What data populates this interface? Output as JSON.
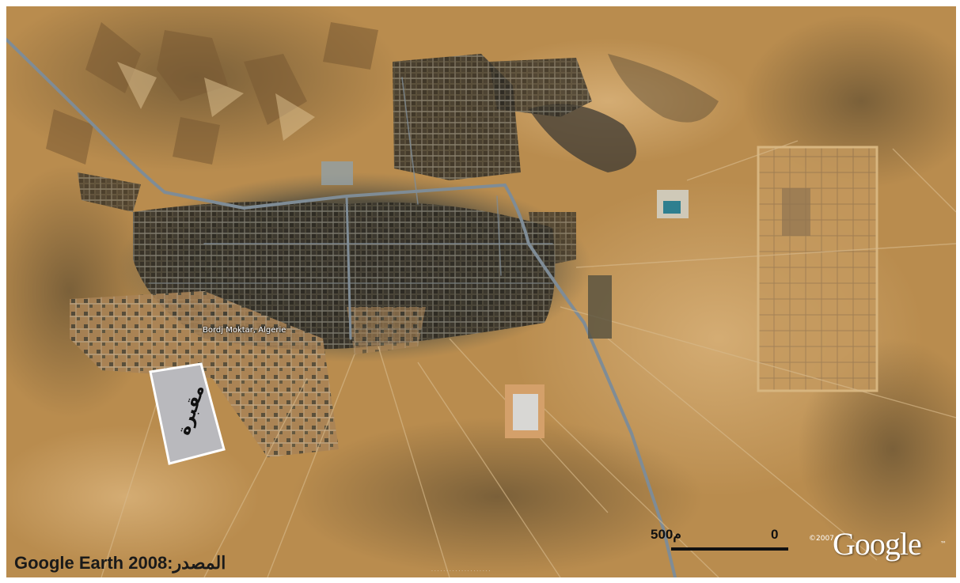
{
  "map": {
    "place_label": "Bordj Moktar, Algerie",
    "cemetery_label": "مقبرة"
  },
  "caption": {
    "source_text": "Google Earth 2008:المصدر"
  },
  "scale_bar": {
    "left_value": "500م",
    "right_value": "0"
  },
  "attribution": {
    "copyright": "©2007",
    "logo_text": "Google",
    "logo_trademark": "™"
  },
  "colors": {
    "desert": "#b98c4e",
    "town": "#4e4a3f",
    "road": "#7f8c96",
    "cemetery_fill": "#b9b9bd"
  }
}
